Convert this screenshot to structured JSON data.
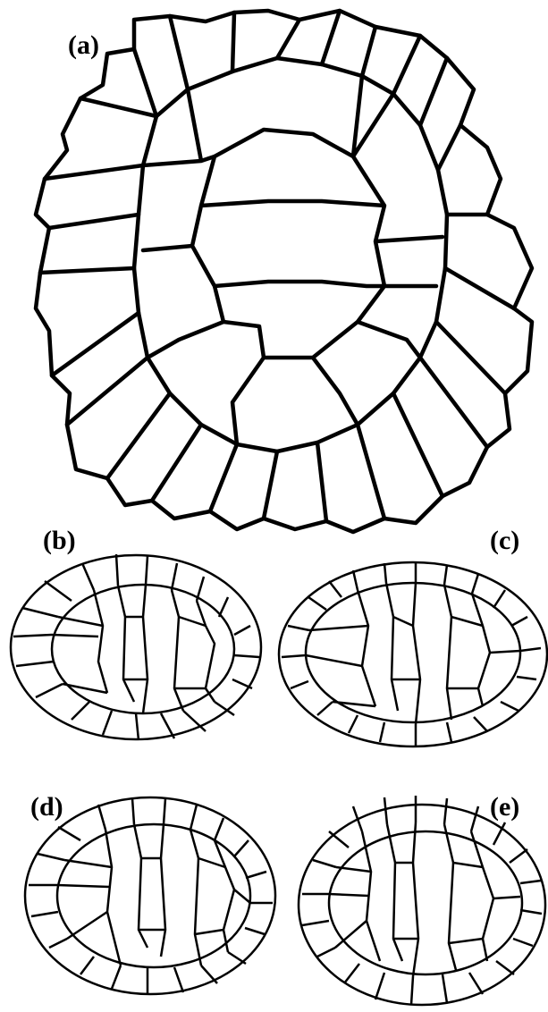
{
  "figure": {
    "panels": [
      {
        "id": "a",
        "label": "(a)"
      },
      {
        "id": "b",
        "label": "(b)"
      },
      {
        "id": "c",
        "label": "(c)"
      },
      {
        "id": "d",
        "label": "(d)"
      },
      {
        "id": "e",
        "label": "(e)"
      }
    ],
    "colors": {
      "line": "#000000",
      "background": "#ffffff"
    }
  }
}
